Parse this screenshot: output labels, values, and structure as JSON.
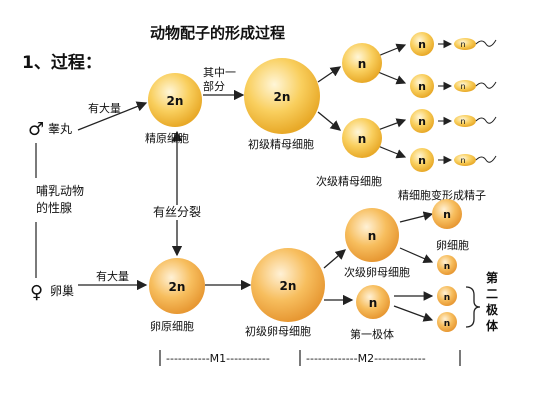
{
  "diagram": {
    "title": "动物配子的形成过程",
    "section_heading": "1、过程：",
    "male": {
      "symbol": "♂",
      "label": "睾丸"
    },
    "female": {
      "symbol": "♀",
      "label": "卵巢"
    },
    "gonad_label": [
      "哺乳动物",
      "的性腺"
    ],
    "arrow_labels": {
      "male_proliferation": "有大量",
      "female_proliferation": "有大量",
      "mitosis": "有丝分裂",
      "partial": [
        "其中一",
        "部分"
      ]
    },
    "cells": {
      "spermatogonium": {
        "ploidy": "2n",
        "label": "精原细胞"
      },
      "primary_spermatocyte": {
        "ploidy": "2n",
        "label": "初级精母细胞"
      },
      "secondary_spermatocyte": {
        "ploidy": "n",
        "label": "次级精母细胞"
      },
      "spermatid": {
        "ploidy": "n"
      },
      "sperm": {
        "ploidy": "n"
      },
      "spermiogenesis_label": "精细胞变形成精子",
      "oogonium": {
        "ploidy": "2n",
        "label": "卵原细胞"
      },
      "primary_oocyte": {
        "ploidy": "2n",
        "label": "初级卵母细胞"
      },
      "secondary_oocyte": {
        "ploidy": "n",
        "label": "次级卵母细胞"
      },
      "ovum": {
        "ploidy": "n",
        "label": "卵细胞"
      },
      "first_polar_body": {
        "ploidy": "n",
        "label": "第一极体"
      },
      "second_polar_body": {
        "ploidy": "n",
        "label": [
          "第",
          "二",
          "极",
          "体"
        ]
      }
    },
    "phases": {
      "m1": "-----------M1-----------",
      "m2": "-------------M2-------------"
    },
    "colors": {
      "cell_fill": "#f7c64a",
      "cell_edge": "#f9e7a6",
      "line": "#222222"
    }
  }
}
